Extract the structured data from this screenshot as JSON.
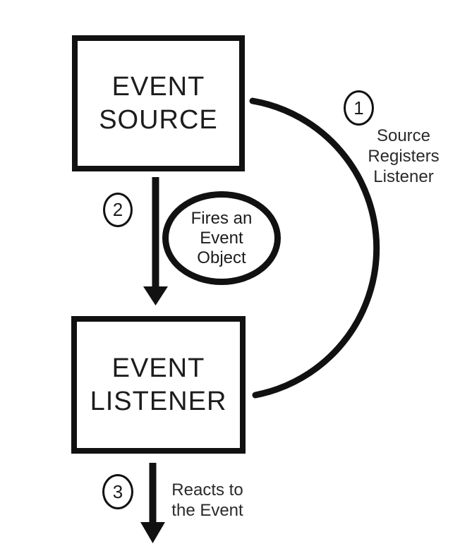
{
  "diagram": {
    "background": "#ffffff",
    "ink": "#111111",
    "nodes": {
      "event_source": "EVENT\nSOURCE",
      "event_listener": "EVENT\nLISTENER"
    },
    "steps": [
      {
        "number": "1",
        "label": "Source\nRegisters\nListener"
      },
      {
        "number": "2",
        "label": "Fires an\nEvent\nObject"
      },
      {
        "number": "3",
        "label": "Reacts to\nthe Event"
      }
    ]
  }
}
